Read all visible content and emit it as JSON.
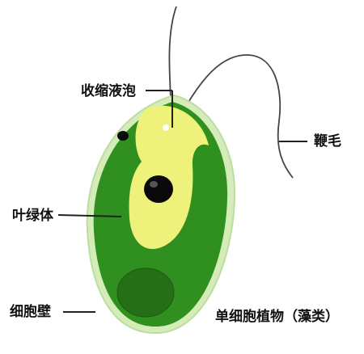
{
  "labels": {
    "contractile_vacuole": "收缩液泡",
    "flagellum": "鞭毛",
    "chloroplast": "叶绿体",
    "cell_wall": "细胞壁",
    "caption": "单细胞植物（藻类）"
  },
  "colors": {
    "cell_wall_outline": "#cfe8b0",
    "chloroplast_green": "#2f8f1f",
    "dark_green": "#1f6e14",
    "cytoplasm_yellow": "#eef27a",
    "nucleus": "#0a0a0a",
    "leader_line": "#222222",
    "flagellum_line": "#444444"
  },
  "icons": [
    "flagellum-curve",
    "nucleus-dot",
    "eyespot-dot",
    "contractile-vacuole-dot"
  ]
}
